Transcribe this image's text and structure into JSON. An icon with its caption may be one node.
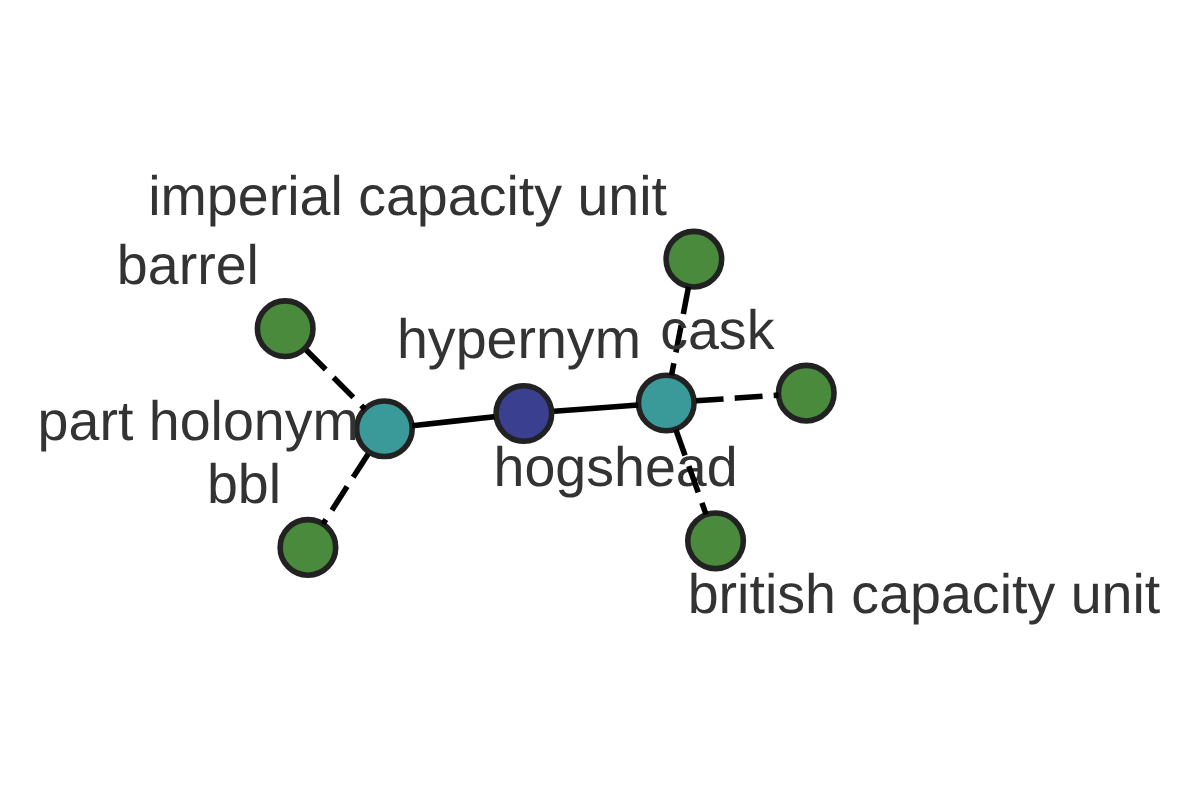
{
  "diagram": {
    "nodes": [
      {
        "text": [],
        "shape": "circle",
        "beside": [
          "barrel"
        ]
      },
      {
        "text": [],
        "shape": "circle",
        "beside": [
          "part holonym"
        ]
      },
      {
        "text": [],
        "shape": "circle",
        "beside": [
          "bbl"
        ]
      },
      {
        "text": [],
        "shape": "circle",
        "beside": [
          "hogshead"
        ]
      },
      {
        "text": [],
        "shape": "circle",
        "beside": [
          "imperial capacity unit"
        ]
      },
      {
        "text": [],
        "shape": "circle",
        "beside": [
          "hypernym"
        ]
      },
      {
        "text": [],
        "shape": "circle",
        "beside": [
          "british capacity unit"
        ]
      },
      {
        "text": [],
        "shape": "circle",
        "beside": [
          "cask"
        ]
      }
    ],
    "edges": [
      {
        "from": 0,
        "to": 1,
        "arrow": "none",
        "style": "dashed"
      },
      {
        "from": 1,
        "to": 2,
        "arrow": "none",
        "style": "dashed"
      },
      {
        "from": 3,
        "to": 1,
        "arrow": "none"
      },
      {
        "from": 3,
        "to": 5,
        "arrow": "none"
      },
      {
        "from": 4,
        "to": 5,
        "arrow": "none",
        "style": "dashed"
      },
      {
        "from": 5,
        "to": 6,
        "arrow": "none",
        "style": "dashed"
      },
      {
        "from": 5,
        "to": 7,
        "arrow": "none",
        "style": "dashed"
      }
    ]
  }
}
